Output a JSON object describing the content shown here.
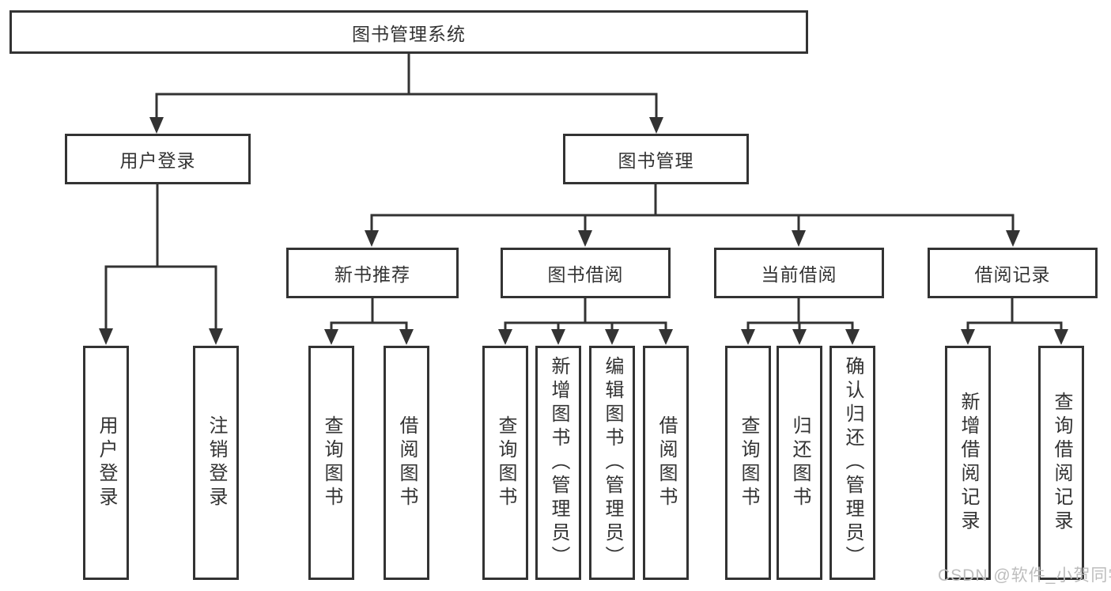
{
  "diagram": {
    "root_label": "图书管理系统",
    "level2": [
      {
        "label": "用户登录"
      },
      {
        "label": "图书管理"
      }
    ],
    "level3": [
      {
        "label": "新书推荐"
      },
      {
        "label": "图书借阅"
      },
      {
        "label": "当前借阅"
      },
      {
        "label": "借阅记录"
      }
    ],
    "leaves_login": [
      {
        "label": "用户登录"
      },
      {
        "label": "注销登录"
      }
    ],
    "leaves_newbook": [
      {
        "label": "查询图书"
      },
      {
        "label": "借阅图书"
      }
    ],
    "leaves_borrow": [
      {
        "label": "查询图书"
      },
      {
        "label": "新增图书（管理员）"
      },
      {
        "label": "编辑图书（管理员）"
      },
      {
        "label": "借阅图书"
      }
    ],
    "leaves_current": [
      {
        "label": "查询图书"
      },
      {
        "label": "归还图书"
      },
      {
        "label": "确认归还（管理员）"
      }
    ],
    "leaves_record": [
      {
        "label": "新增借阅记录"
      },
      {
        "label": "查询借阅记录"
      }
    ],
    "watermark": "CSDN @软件_小贺同学",
    "colors": {
      "line": "#333333",
      "text": "#333333",
      "watermark": "#bdbdbd",
      "background": "#ffffff"
    }
  }
}
